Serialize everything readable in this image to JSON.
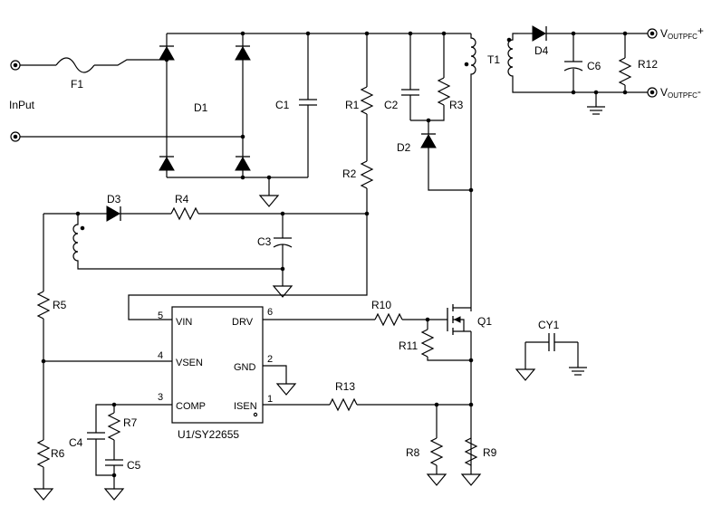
{
  "schematic": {
    "input_label": "InPut",
    "output_positive": {
      "main": "V",
      "sub": "OUTPFC",
      "suffix": "+"
    },
    "output_negative": {
      "main": "V",
      "sub": "OUTPFC",
      "suffix": "-"
    },
    "ic": {
      "label": "U1/SY22655",
      "pins": {
        "vin": {
          "name": "VIN",
          "number": "5"
        },
        "drv": {
          "name": "DRV",
          "number": "6"
        },
        "vsen": {
          "name": "VSEN",
          "number": "4"
        },
        "gnd": {
          "name": "GND",
          "number": "2"
        },
        "comp": {
          "name": "COMP",
          "number": "3"
        },
        "isen": {
          "name": "ISEN",
          "number": "1"
        }
      }
    },
    "components": {
      "F1": "F1",
      "D1": "D1",
      "C1": "C1",
      "R1": "R1",
      "R2": "R2",
      "C2": "C2",
      "R3": "R3",
      "D2": "D2",
      "T1": "T1",
      "D4": "D4",
      "C6": "C6",
      "R12": "R12",
      "D3": "D3",
      "R4": "R4",
      "C3": "C3",
      "R5": "R5",
      "R6": "R6",
      "R10": "R10",
      "R11": "R11",
      "Q1": "Q1",
      "CY1": "CY1",
      "R13": "R13",
      "R7": "R7",
      "C4": "C4",
      "C5": "C5",
      "R8": "R8",
      "R9": "R9"
    }
  }
}
